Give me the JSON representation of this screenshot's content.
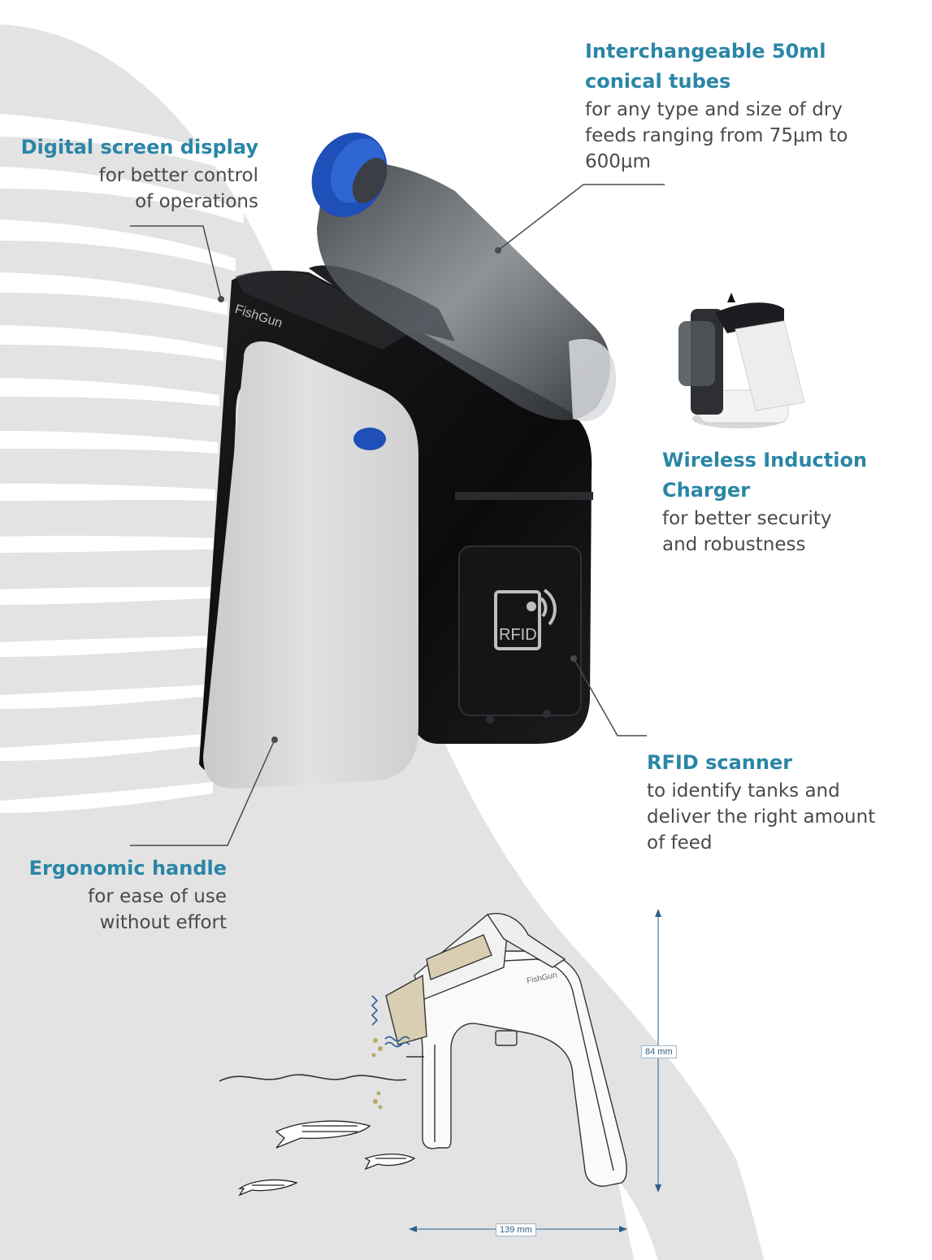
{
  "callouts": {
    "tubes": {
      "title_line1": "Interchangeable 50ml",
      "title_line2": "conical tubes",
      "desc_line1": "for any type and size of dry",
      "desc_line2": "feeds ranging from 75µm to",
      "desc_line3": "600µm"
    },
    "screen": {
      "title": "Digital screen display",
      "desc_line1": "for better control",
      "desc_line2": "of operations"
    },
    "charger": {
      "title_line1": "Wireless Induction",
      "title_line2": "Charger",
      "desc_line1": "for better security",
      "desc_line2": "and robustness"
    },
    "rfid": {
      "title": "RFID scanner",
      "desc_line1": "to identify tanks and",
      "desc_line2": "deliver the right amount",
      "desc_line3": "of feed"
    },
    "handle": {
      "title": "Ergonomic handle",
      "desc_line1": "for ease of use",
      "desc_line2": "without effort"
    }
  },
  "product": {
    "brand": "FishGun",
    "rfid_badge": "RFID",
    "drawing_brand": "FishGun"
  },
  "dimensions": {
    "height": "84 mm",
    "width": "139 mm"
  },
  "colors": {
    "heading": "#2a86a6",
    "body_text": "#4a4a4a",
    "background_shapes": "#e2e2e2",
    "device_body": "#0f0f10",
    "grip": "#dcdcdc",
    "cap_blue": "#1f4fb8"
  }
}
